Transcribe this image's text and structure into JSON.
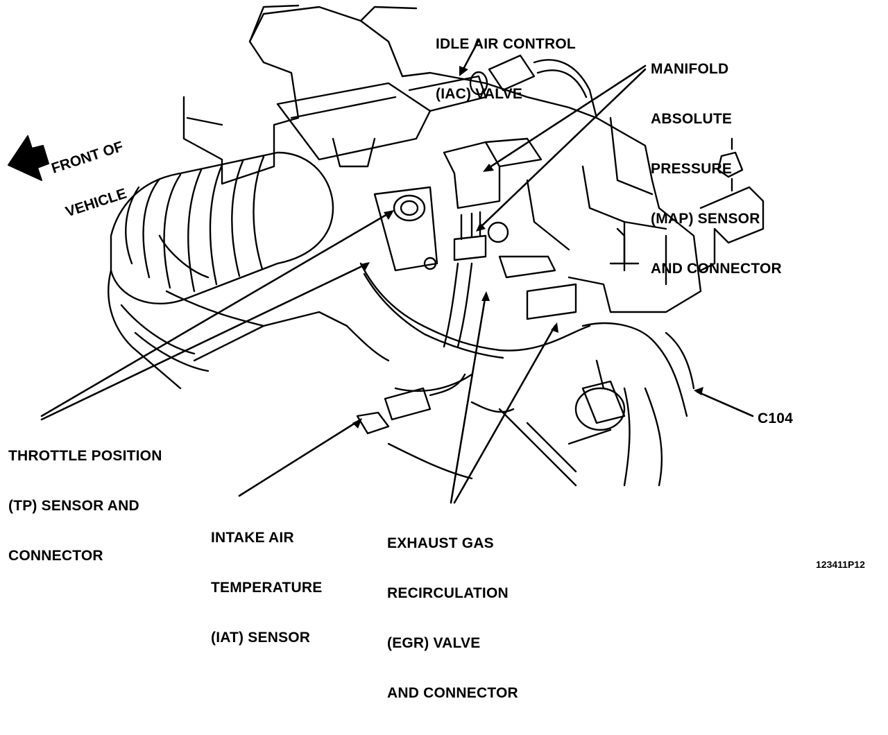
{
  "labels": {
    "iac": [
      "IDLE AIR CONTROL",
      "(IAC) VALVE"
    ],
    "map": [
      "MANIFOLD",
      "ABSOLUTE",
      "PRESSURE",
      "(MAP) SENSOR",
      "AND CONNECTOR"
    ],
    "front": [
      "FRONT OF",
      "VEHICLE"
    ],
    "tp": [
      "THROTTLE POSITION",
      "(TP) SENSOR AND",
      "CONNECTOR"
    ],
    "iat": [
      "INTAKE AIR",
      "TEMPERATURE",
      "(IAT) SENSOR"
    ],
    "egr": [
      "EXHAUST GAS",
      "RECIRCULATION",
      "(EGR) VALVE",
      "AND CONNECTOR"
    ],
    "c104": "C104"
  },
  "figure_id": "123411P12",
  "colors": {
    "ink": "#000000",
    "paper": "#ffffff"
  },
  "icons": [
    "front-arrow-icon"
  ]
}
